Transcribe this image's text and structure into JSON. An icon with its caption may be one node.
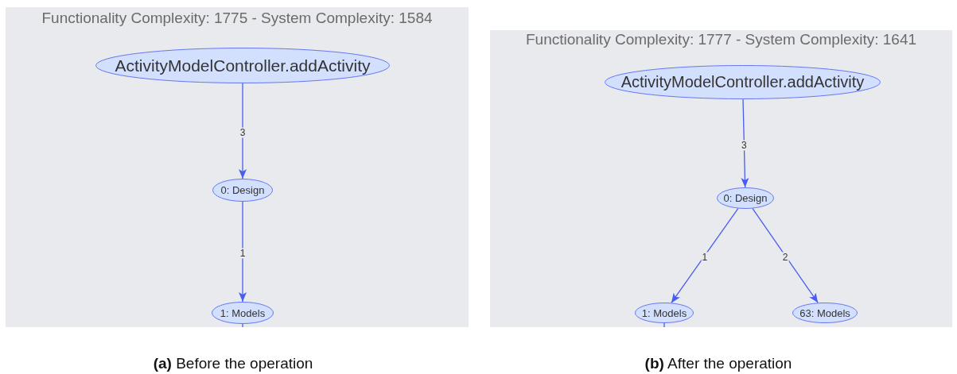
{
  "diagram": {
    "nodes": [
      {
        "text": [
          "Functionality Complexity: 1775 - System Complexity: 1584"
        ]
      },
      {
        "text": [
          "ActivityModelController.addActivity"
        ],
        "in": 0
      },
      {
        "text": [
          "0: Design"
        ],
        "in": 0
      },
      {
        "text": [
          "1: Models"
        ],
        "in": 0
      },
      {
        "text": [
          "Functionality Complexity: 1777 - System Complexity: 1641"
        ]
      },
      {
        "text": [
          "ActivityModelController.addActivity"
        ],
        "in": 4
      },
      {
        "text": [
          "0: Design"
        ],
        "in": 4
      },
      {
        "text": [
          "1: Models"
        ],
        "in": 4
      },
      {
        "text": [
          "63: Models"
        ],
        "in": 4
      }
    ],
    "edges": [
      {
        "from": 1,
        "to": 2,
        "arrow": "to",
        "label": "3"
      },
      {
        "from": 2,
        "to": 3,
        "arrow": "to",
        "label": "1"
      },
      {
        "from": 3,
        "to": null,
        "arrow": "none"
      },
      {
        "from": 5,
        "to": 6,
        "arrow": "to",
        "label": "3"
      },
      {
        "from": 6,
        "to": 7,
        "arrow": "to",
        "label": "1"
      },
      {
        "from": 6,
        "to": 8,
        "arrow": "to",
        "label": "2"
      },
      {
        "from": 7,
        "to": null,
        "arrow": "none"
      }
    ],
    "labels": [
      "**(a)** Before the operation",
      "**(b)** After the operation"
    ]
  }
}
